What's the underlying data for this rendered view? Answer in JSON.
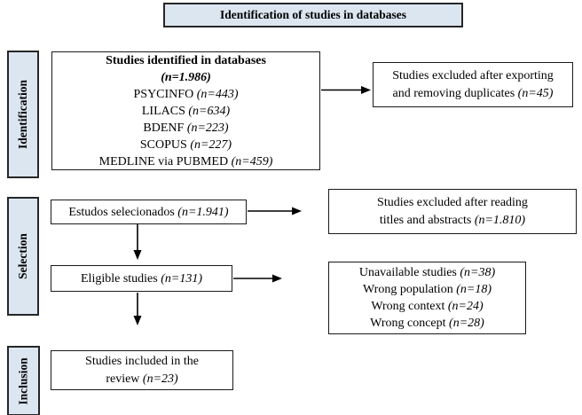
{
  "title_banner": "Identification of studies in databases",
  "sidebar": {
    "identification": "Identification",
    "selection": "Selection",
    "inclusion": "Inclusion"
  },
  "boxes": {
    "identified": {
      "lines": [
        {
          "t": "Studies identified in databases",
          "bold": true
        },
        {
          "n": "(n=1.986)",
          "bold": true
        },
        {
          "t": "PSYCINFO ",
          "n": "(n=443)"
        },
        {
          "t": "LILACS ",
          "n": "(n=634)"
        },
        {
          "t": "BDENF ",
          "n": "(n=223)"
        },
        {
          "t": "SCOPUS ",
          "n": "(n=227)"
        },
        {
          "t": "MEDLINE via PUBMED ",
          "n": "(n=459)"
        }
      ]
    },
    "excluded_duplicates": {
      "lines": [
        {
          "t": "Studies excluded after exporting"
        },
        {
          "t": "and removing duplicates ",
          "n": "(n=45)"
        }
      ]
    },
    "selected": {
      "lines": [
        {
          "t": "Estudos selecionados ",
          "n": "(n=1.941)"
        }
      ]
    },
    "excluded_titles": {
      "lines": [
        {
          "t": "Studies excluded after reading"
        },
        {
          "t": "titles and abstracts ",
          "n": "(n=1.810)"
        }
      ]
    },
    "eligible": {
      "lines": [
        {
          "t": "Eligible studies ",
          "n": "(n=131)"
        }
      ]
    },
    "excluded_reasons": {
      "lines": [
        {
          "t": "Unavailable studies ",
          "n": "(n=38)"
        },
        {
          "t": "Wrong population ",
          "n": "(n=18)"
        },
        {
          "t": "Wrong context ",
          "n": "(n=24)"
        },
        {
          "t": "Wrong concept ",
          "n": "(n=28)"
        }
      ]
    },
    "included": {
      "lines": [
        {
          "t": "Studies included in the"
        },
        {
          "t": "review ",
          "n": "(n=23)"
        }
      ]
    }
  },
  "colors": {
    "tab_fill": "#dce6f1",
    "border": "#262626",
    "arrow": "#000000"
  }
}
